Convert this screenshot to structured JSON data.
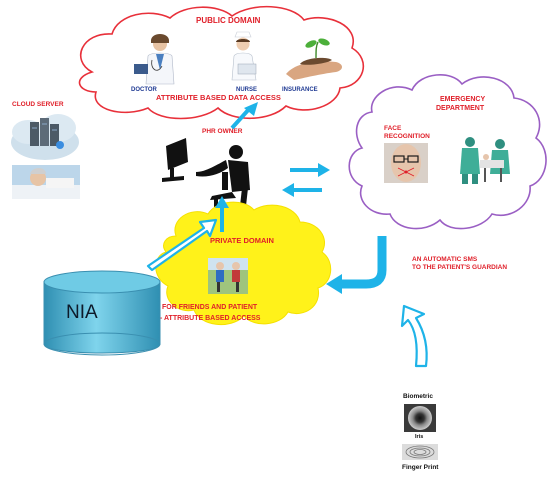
{
  "public_domain": {
    "title": "PUBLIC DOMAIN",
    "roles": [
      "DOCTOR",
      "NURSE",
      "INSURANCE"
    ],
    "access_label": "ATTRIBUTE BASED DATA ACCESS"
  },
  "cloud_server": {
    "label": "CLOUD SERVER"
  },
  "phr_owner": {
    "label": "PHR OWNER"
  },
  "emergency": {
    "title": [
      "EMERGENCY",
      "DEPARTMENT"
    ],
    "face_label": [
      "FACE",
      "RECOGNITION"
    ]
  },
  "private_domain": {
    "title": "PRIVATE DOMAIN",
    "access_label": [
      "FOR FRIENDS AND PATIENT",
      "- ATTRIBUTE BASED ACCESS"
    ]
  },
  "sms_note": [
    "AN AUTOMATIC SMS",
    "TO THE PATIENT'S GUARDIAN"
  ],
  "database": {
    "label": "NIA"
  },
  "biometric": {
    "title": "Biometric",
    "iris_label": "Iris",
    "finger_label": "Finger Print"
  },
  "colors": {
    "cloud_red": "#e8303a",
    "cloud_purple": "#9a5fc4",
    "cloud_yellow": "#fff21a",
    "arrow_blue": "#1eb3e8",
    "db_fill": "#5cc0dd"
  }
}
